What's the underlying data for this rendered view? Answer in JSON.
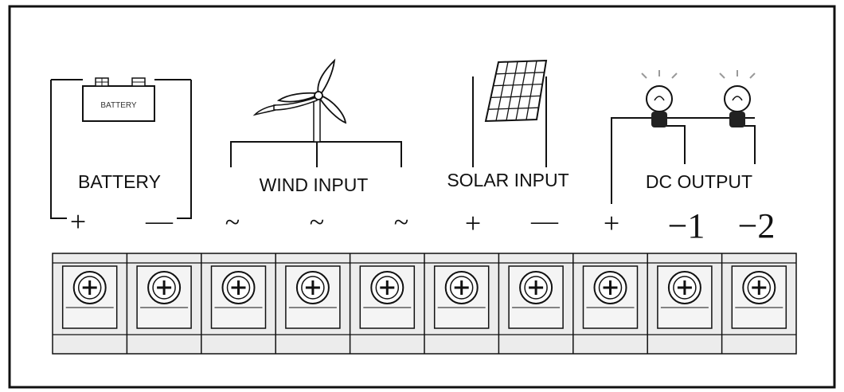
{
  "labels": {
    "battery": "BATTERY",
    "battery_icon_text": "BATTERY",
    "wind_input": "WIND INPUT",
    "solar_input": "SOLAR INPUT",
    "dc_output": "DC OUTPUT"
  },
  "terminal_marks": [
    "+",
    "—",
    "~",
    "~",
    "~",
    "+",
    "—",
    "+",
    "−1",
    "−2"
  ],
  "icons": {
    "battery": "battery-icon",
    "wind": "wind-turbine-icon",
    "solar": "solar-panel-icon",
    "bulb": "light-bulb-icon",
    "terminal": "screw-terminal-icon"
  },
  "colors": {
    "line": "#111111",
    "block": "#ececec",
    "background": "#ffffff"
  }
}
